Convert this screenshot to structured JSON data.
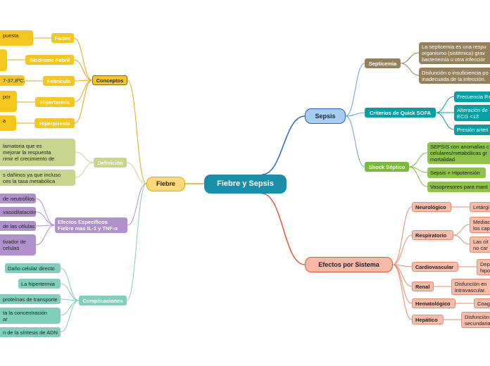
{
  "root": "Fiebre y Sepsis",
  "sepsis": {
    "label": "Sepsis",
    "septicemia": {
      "label": "Septicemia",
      "items": [
        [
          "La septicemia es una respu",
          "organismo (sistémica) grav",
          "bacteriemia u otra infecciór"
        ],
        [
          "Disfunción o insuficiencia po",
          "inadecuada de la infección."
        ]
      ]
    },
    "quick_sofa": {
      "label": "Criterios de Quick SOFA",
      "items": [
        [
          "Frecuencia Re"
        ],
        [
          "Alteración de",
          "ECG <13"
        ],
        [
          "Presión arteri"
        ]
      ]
    },
    "shock": {
      "label": "Shock Séptico",
      "items": [
        [
          "SEPSIS con anomalías c",
          "celulares/metabólicas gr",
          "mortalidad"
        ],
        [
          "Sepsis + Hipotensión"
        ],
        [
          "Vasopresores para mant"
        ]
      ]
    }
  },
  "efectos": {
    "label": "Efectos por Sistema",
    "systems": [
      {
        "label": "Neurológico",
        "items": [
          [
            "Letárgi"
          ]
        ]
      },
      {
        "label": "Respiratorio",
        "items": [
          [
            "Mediac",
            "los cap"
          ],
          [
            "Las cit",
            "no car"
          ]
        ]
      },
      {
        "label": "Cardiovascular",
        "items": [
          [
            "Dep",
            "hipo"
          ]
        ]
      },
      {
        "label": "Renal",
        "items": [
          [
            "Disfunción en",
            "intravascular."
          ]
        ]
      },
      {
        "label": "Hematológico",
        "items": [
          [
            "Coag"
          ]
        ]
      },
      {
        "label": "Hepático",
        "items": [
          [
            "Disfunción",
            "secundaria"
          ]
        ]
      }
    ]
  },
  "fiebre": {
    "label": "Fiebre",
    "conceptos": {
      "label": "Conceptos",
      "items": [
        {
          "label": "Fiebre",
          "desc": [
            "puesta"
          ]
        },
        {
          "label": "Síndrome Febril",
          "desc": [
            ""
          ]
        },
        {
          "label": "Febrícula",
          "desc": [
            "7-37,8ºC."
          ]
        },
        {
          "label": "Hipertermia",
          "desc": [
            "por"
          ]
        },
        {
          "label": "Hiperpirexia",
          "desc": [
            "a"
          ]
        }
      ]
    },
    "definicion": {
      "label": "Definición",
      "items": [
        [
          "lamatoria que es",
          " mejorar la respuesta",
          "rimir el crecimiento de"
        ],
        [
          "s dañinos ya que incluso",
          "ces la tasa metabólica"
        ]
      ]
    },
    "efectos_especificos": {
      "label": [
        "Efectos Específicos",
        "Fiebre mas IL-1 y TNF-α"
      ],
      "items": [
        [
          "de neutrófilos"
        ],
        [
          "vasodilatación"
        ],
        [
          "de las células"
        ],
        [
          "tivador de",
          "celulas"
        ]
      ]
    },
    "complicaciones": {
      "label": "Complicaciones",
      "items": [
        [
          "Daño celular directo"
        ],
        [
          "La hipertermia"
        ],
        [
          "proteínas de transporte"
        ],
        [
          "ta la concentración",
          "ar"
        ],
        [
          "n de la síntesis de ADN"
        ]
      ]
    }
  }
}
